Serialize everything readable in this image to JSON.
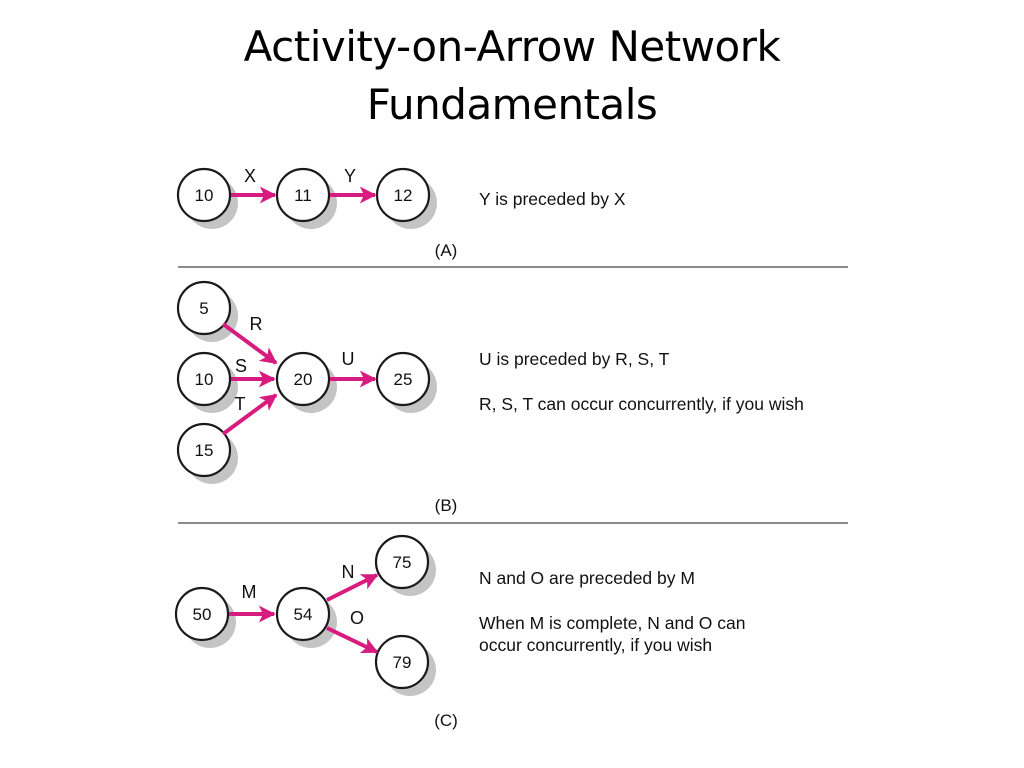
{
  "title": {
    "line1": "Activity-on-Arrow Network",
    "line2": "Fundamentals"
  },
  "colors": {
    "arrow": "#d81b7f",
    "shadow": "#c4c4c4"
  },
  "panels": [
    {
      "caption": "(A)",
      "nodes": [
        "10",
        "11",
        "12"
      ],
      "activities": [
        "X",
        "Y"
      ],
      "descriptions": [
        "Y is preceded by X"
      ]
    },
    {
      "caption": "(B)",
      "nodes": [
        "5",
        "10",
        "15",
        "20",
        "25"
      ],
      "activities": [
        "R",
        "S",
        "T",
        "U"
      ],
      "descriptions": [
        "U is preceded by R, S, T",
        "R, S, T can occur concurrently, if you wish"
      ]
    },
    {
      "caption": "(C)",
      "nodes": [
        "50",
        "54",
        "75",
        "79"
      ],
      "activities": [
        "M",
        "N",
        "O"
      ],
      "descriptions": [
        "N and O are preceded by M",
        "When M is complete, N and O can",
        "occur concurrently, if you wish"
      ]
    }
  ]
}
